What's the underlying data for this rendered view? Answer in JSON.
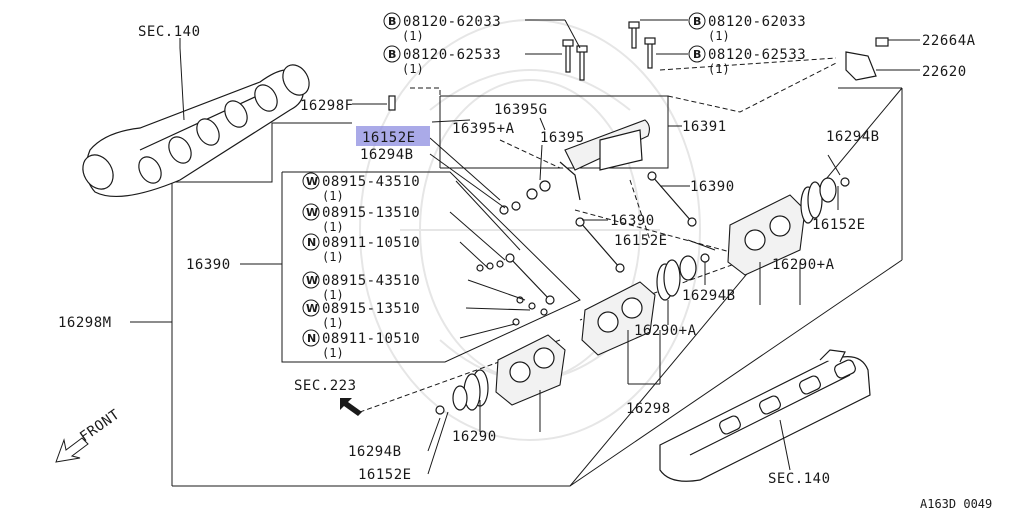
{
  "diagram_code": "A163D 0049",
  "front_label": "FRONT",
  "highlighted_part": "16152E",
  "labels": {
    "sec140_top": "SEC.140",
    "sec140_bottom": "SEC.140",
    "sec223": "SEC.223",
    "p16298F": "16298F",
    "p16395G": "16395G",
    "p16152E_hl": "16152E",
    "p16395A": "16395+A",
    "p16395": "16395",
    "p16391": "16391",
    "p16294B_left": "16294B",
    "p16390_upper": "16390",
    "p16390_mid": "16390",
    "p16390_left": "16390",
    "p16294B_right": "16294B",
    "p16152E_right": "16152E",
    "p16152E_mid": "16152E",
    "p16294B_mid": "16294B",
    "p16290A_right": "16290+A",
    "p16290A_mid": "16290+A",
    "p16298M": "16298M",
    "p16298": "16298",
    "p16290": "16290",
    "p16294B_bottom": "16294B",
    "p16152E_bottom": "16152E",
    "p22664A": "22664A",
    "p22620": "22620"
  },
  "bolts": [
    {
      "prefix": "B",
      "number": "08120-62033",
      "qty": "(1)"
    },
    {
      "prefix": "B",
      "number": "08120-62533",
      "qty": "(1)"
    },
    {
      "prefix": "B",
      "number": "08120-62033",
      "qty": "(1)"
    },
    {
      "prefix": "B",
      "number": "08120-62533",
      "qty": "(1)"
    }
  ],
  "fasteners": [
    {
      "prefix": "W",
      "number": "08915-43510",
      "qty": "(1)"
    },
    {
      "prefix": "W",
      "number": "08915-13510",
      "qty": "(1)"
    },
    {
      "prefix": "N",
      "number": "08911-10510",
      "qty": "(1)"
    },
    {
      "prefix": "W",
      "number": "08915-43510",
      "qty": "(1)"
    },
    {
      "prefix": "W",
      "number": "08915-13510",
      "qty": "(1)"
    },
    {
      "prefix": "N",
      "number": "08911-10510",
      "qty": "(1)"
    }
  ]
}
